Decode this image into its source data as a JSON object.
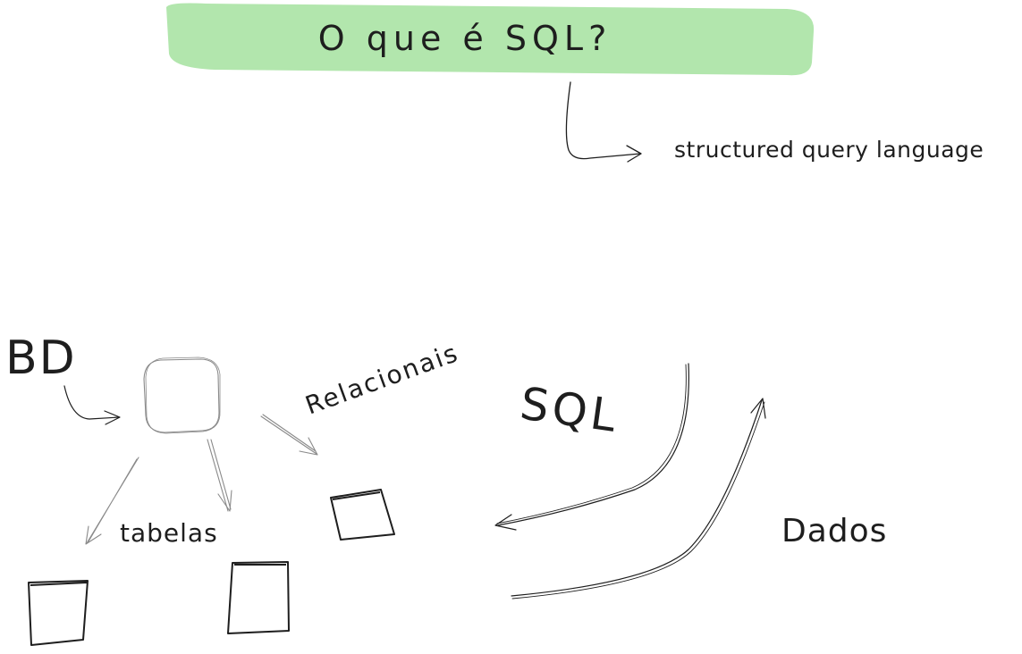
{
  "title": "O que é SQL?",
  "subtitle": "structured query language",
  "labels": {
    "bd": "BD",
    "relacionais": "Relacionais",
    "sql": "SQL",
    "tabelas": "tabelas",
    "dados": "Dados"
  },
  "colors": {
    "highlight": "#b2e6ad",
    "ink": "#1e1e1e",
    "soft_ink": "#8a8a8a"
  }
}
